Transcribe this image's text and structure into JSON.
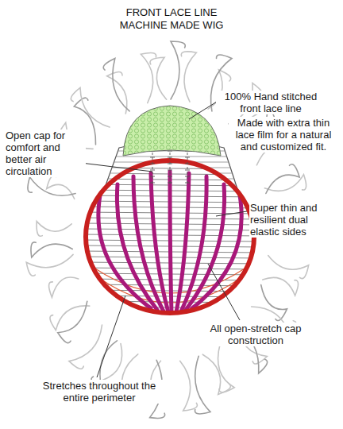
{
  "diagram": {
    "title": "FRONT LACE LINE MACHINE MADE WIG",
    "labels": [
      "100% Hand stitched front lace line",
      "Made with extra thin lace film for a natural and customized fit.",
      "Open cap for comfort and better air circulation",
      "Super thin and resilient dual elastic sides",
      "Stretches throughout the entire perimeter",
      "All open-stretch cap construction"
    ]
  }
}
